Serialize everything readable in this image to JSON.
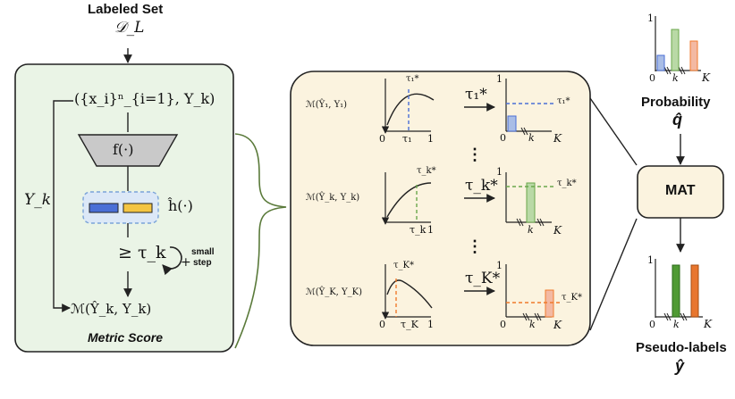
{
  "top": {
    "title": "Labeled Set",
    "dataset": "𝒟_L"
  },
  "left": {
    "input": "({x_i}ⁿ_{i=1}, Y_k)",
    "func": "f(·)",
    "hfunc": "ĥ(·)",
    "feedback": "Y_k",
    "threshold": "≥ τ_k",
    "plus": "+",
    "step1": "small",
    "step2": "step",
    "metric": "ℳ(Ŷ_k, Y_k)",
    "caption": "Metric Score"
  },
  "rows": [
    {
      "metric": "ℳ(Ŷ₁, Y₁)",
      "peak": "τ₁*",
      "tick_zero": "0",
      "tick_tau": "τ₁",
      "tick_one": "1",
      "arrow": "τ₁*",
      "bar_one": "1",
      "bar_zero": "0",
      "bar_k": "k",
      "bar_K": "K",
      "bar_tau": "τ₁*"
    },
    {
      "metric": "ℳ(Ŷ_k, Y_k)",
      "peak": "τ_k*",
      "tick_tau": "τ_k",
      "tick_one": "1",
      "arrow": "τ_k*",
      "bar_one": "1",
      "bar_k": "k",
      "bar_K": "K",
      "bar_tau": "τ_k*"
    },
    {
      "metric": "ℳ(Ŷ_K, Y_K)",
      "peak": "τ_K*",
      "tick_zero": "0",
      "tick_tau": "τ_K",
      "tick_one": "1",
      "arrow": "τ_K*",
      "bar_one": "1",
      "bar_zero": "0",
      "bar_k": "k",
      "bar_K": "K",
      "bar_tau": "τ_K*"
    }
  ],
  "dots": "⋮",
  "mat": "MAT",
  "prob_chart": {
    "one": "1",
    "zero": "0",
    "k": "k",
    "K": "K",
    "label": "Probability",
    "symbol": "q̂"
  },
  "pseudo_chart": {
    "one": "1",
    "zero": "0",
    "k": "k",
    "K": "K",
    "label": "Pseudo-labels",
    "symbol": "ŷ"
  },
  "colors": {
    "left_panel_fill": "#eaf4e6",
    "mid_panel_fill": "#fbf3df",
    "mat_fill": "#fbf3df",
    "blue": "#4a6fd6",
    "green": "#6aa74b",
    "orange": "#f07b2c",
    "yellow": "#f4c542",
    "bar_blue": "#a9bde6",
    "bar_green": "#b9d9a6",
    "bar_orange": "#f3b9a3",
    "bar_green_dark": "#4f9a34",
    "bar_orange_dark": "#e8762e",
    "brace": "#5a7a3a"
  }
}
